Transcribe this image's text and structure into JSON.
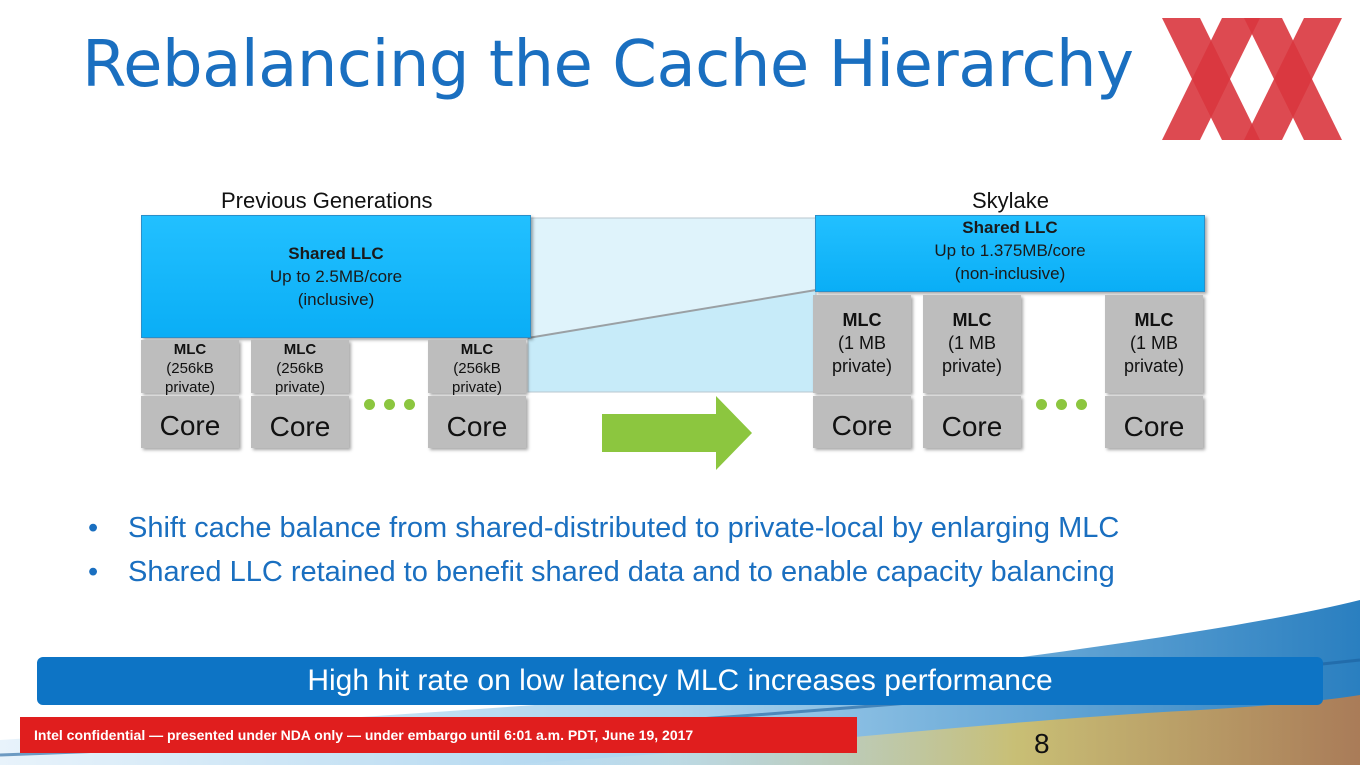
{
  "title": "Rebalancing the Cache Hierarchy",
  "previous": {
    "label": "Previous Generations",
    "llc": {
      "title": "Shared LLC",
      "line1": "Up to 2.5MB/core",
      "line2": "(inclusive)"
    },
    "mlc": {
      "title": "MLC",
      "line1": "(256kB",
      "line2": "private)"
    },
    "core_label": "Core"
  },
  "skylake": {
    "label": "Skylake",
    "llc": {
      "title": "Shared LLC",
      "line1": "Up to 1.375MB/core",
      "line2": "(non-inclusive)"
    },
    "mlc": {
      "title": "MLC",
      "line1": "(1 MB",
      "line2": "private)"
    },
    "core_label": "Core"
  },
  "bullets": [
    "Shift cache balance from shared-distributed to private-local by enlarging MLC",
    "Shared LLC retained to benefit shared data and to enable capacity balancing"
  ],
  "bullet_mark": "•",
  "banner": "High hit rate on low latency MLC increases performance",
  "confidential": "Intel confidential — presented under NDA only — under embargo until 6:01 a.m. PDT, June 19, 2017",
  "page_number": "8",
  "colors": {
    "title": "#1a6fc0",
    "llc": "#0aaef6",
    "block": "#bdbdbd",
    "arrow": "#8cc63f",
    "banner": "#0d74c5",
    "confidential": "#e01e1e",
    "logo": "#d9363e"
  }
}
